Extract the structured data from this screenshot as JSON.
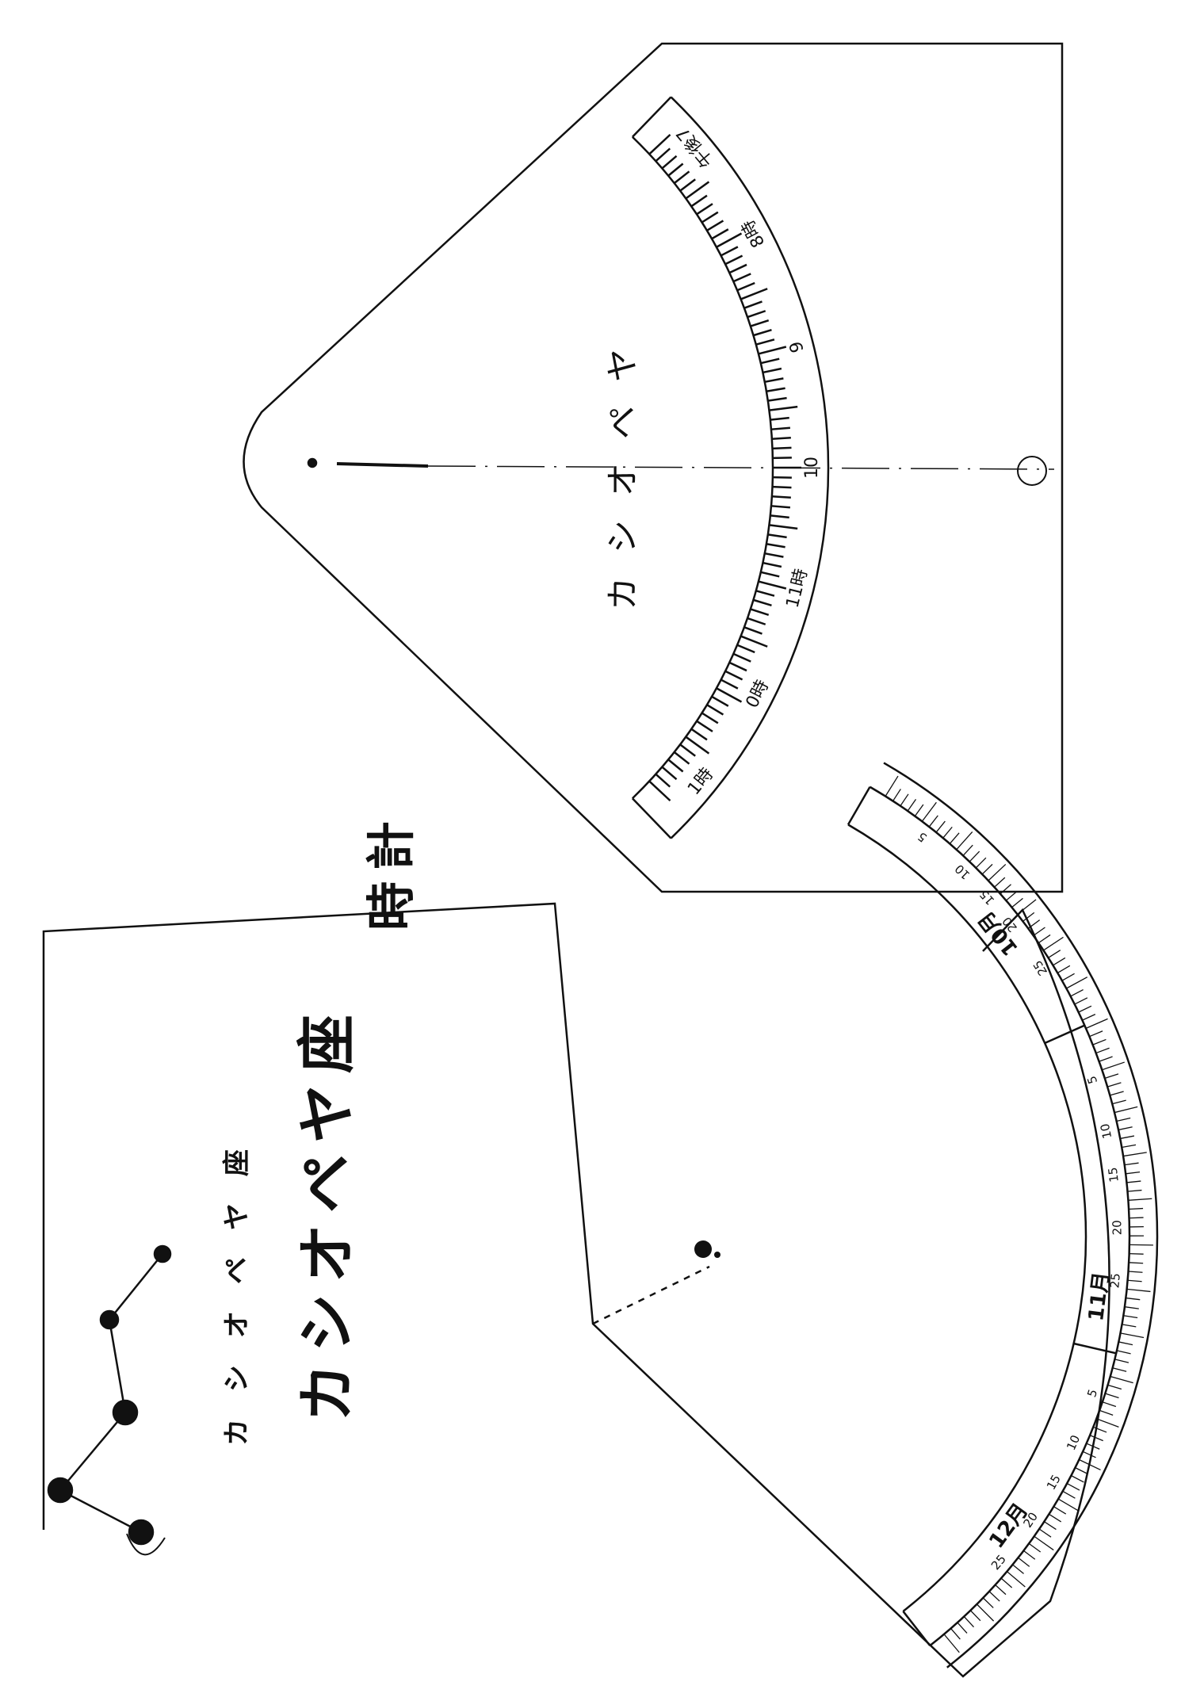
{
  "top_piece": {
    "title": "カシオペヤ",
    "hour_labels": [
      {
        "label": "午後7",
        "angle": -40
      },
      {
        "label": "8時",
        "angle": -28
      },
      {
        "label": "9",
        "angle": -14
      },
      {
        "label": "10",
        "angle": 0
      },
      {
        "label": "11時",
        "angle": 14
      },
      {
        "label": "0時",
        "angle": 27
      },
      {
        "label": "1時",
        "angle": 39
      }
    ]
  },
  "bottom_piece": {
    "small_title": "カシオペヤ座",
    "big_title": "カシオペヤ座",
    "subtitle": "時計",
    "month_labels": [
      {
        "label": "10月",
        "angle": -38
      },
      {
        "label": "11月",
        "angle": 7
      },
      {
        "label": "12月",
        "angle": 36
      }
    ],
    "day_labels": [
      {
        "label": "5",
        "angle": -52
      },
      {
        "label": "10",
        "angle": -46
      },
      {
        "label": "15",
        "angle": -42
      },
      {
        "label": "20",
        "angle": -38
      },
      {
        "label": "25",
        "angle": -32
      },
      {
        "label": "5",
        "angle": -18
      },
      {
        "label": "10",
        "angle": -12
      },
      {
        "label": "15",
        "angle": -7
      },
      {
        "label": "20",
        "angle": -1
      },
      {
        "label": "25",
        "angle": 5
      },
      {
        "label": "5",
        "angle": 18
      },
      {
        "label": "10",
        "angle": 24
      },
      {
        "label": "15",
        "angle": 29
      },
      {
        "label": "20",
        "angle": 34
      },
      {
        "label": "25",
        "angle": 40
      }
    ]
  }
}
